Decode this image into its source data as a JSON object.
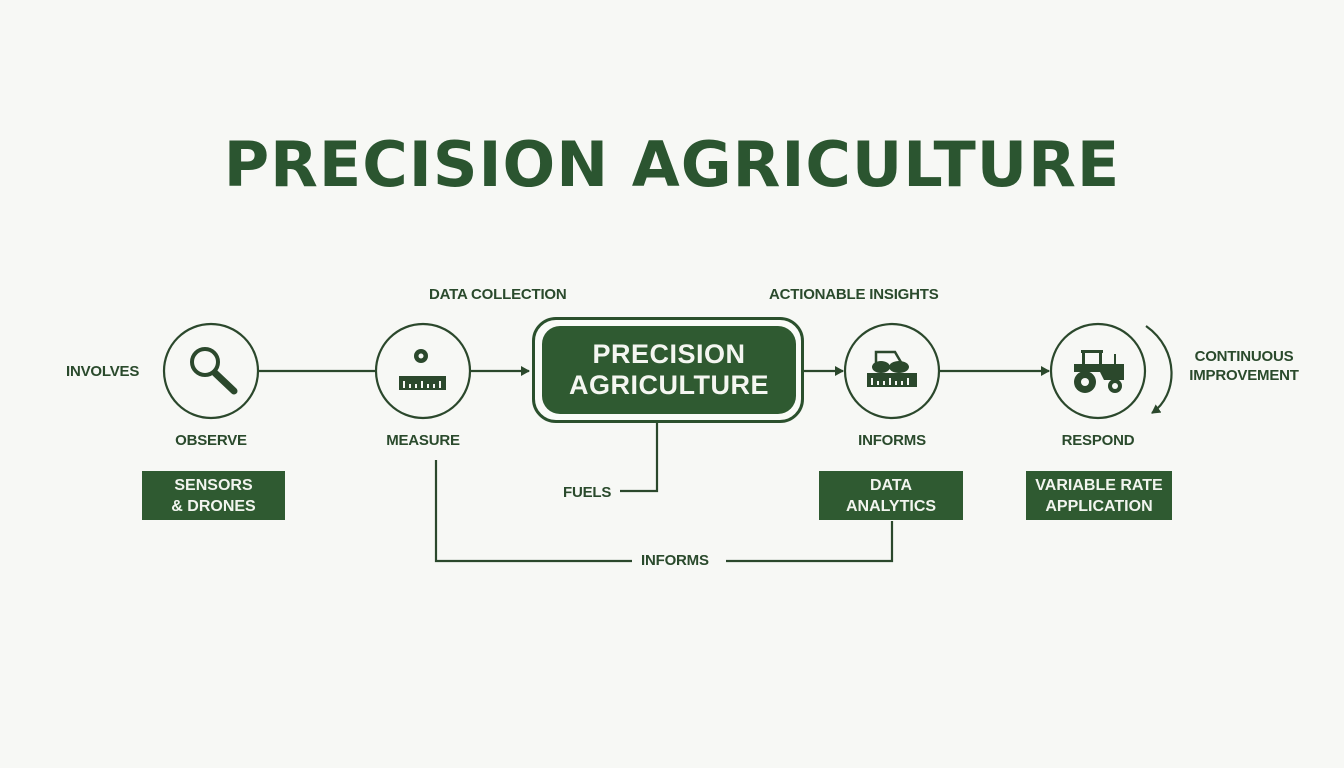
{
  "title": "PRECISION AGRICULTURE",
  "colors": {
    "primary": "#2f5a31",
    "line": "#2b482c",
    "background": "#f7f8f5",
    "box_text": "#f2f5ef"
  },
  "center_node": {
    "line1": "PRECISION",
    "line2": "AGRICULTURE"
  },
  "nodes": [
    {
      "id": "observe",
      "label": "OBSERVE",
      "icon": "magnifier-icon",
      "box": {
        "line1": "SENSORS",
        "line2": "& DRONES"
      }
    },
    {
      "id": "measure",
      "label": "MEASURE",
      "icon": "sensor-ruler-icon"
    },
    {
      "id": "informs",
      "label": "INFORMS",
      "icon": "field-machine-icon",
      "box": {
        "line1": "DATA",
        "line2": "ANALYTICS"
      }
    },
    {
      "id": "respond",
      "label": "RESPOND",
      "icon": "tractor-icon",
      "box": {
        "line1": "VARIABLE RATE",
        "line2": "APPLICATION"
      }
    }
  ],
  "edge_labels": {
    "involves": "INVOLVES",
    "data_collection": "DATA COLLECTION",
    "actionable_insights": "ACTIONABLE INSIGHTS",
    "continuous_line1": "CONTINUOUS",
    "continuous_line2": "IMPROVEMENT",
    "fuels": "FUELS",
    "informs_bottom": "INFORMS"
  }
}
